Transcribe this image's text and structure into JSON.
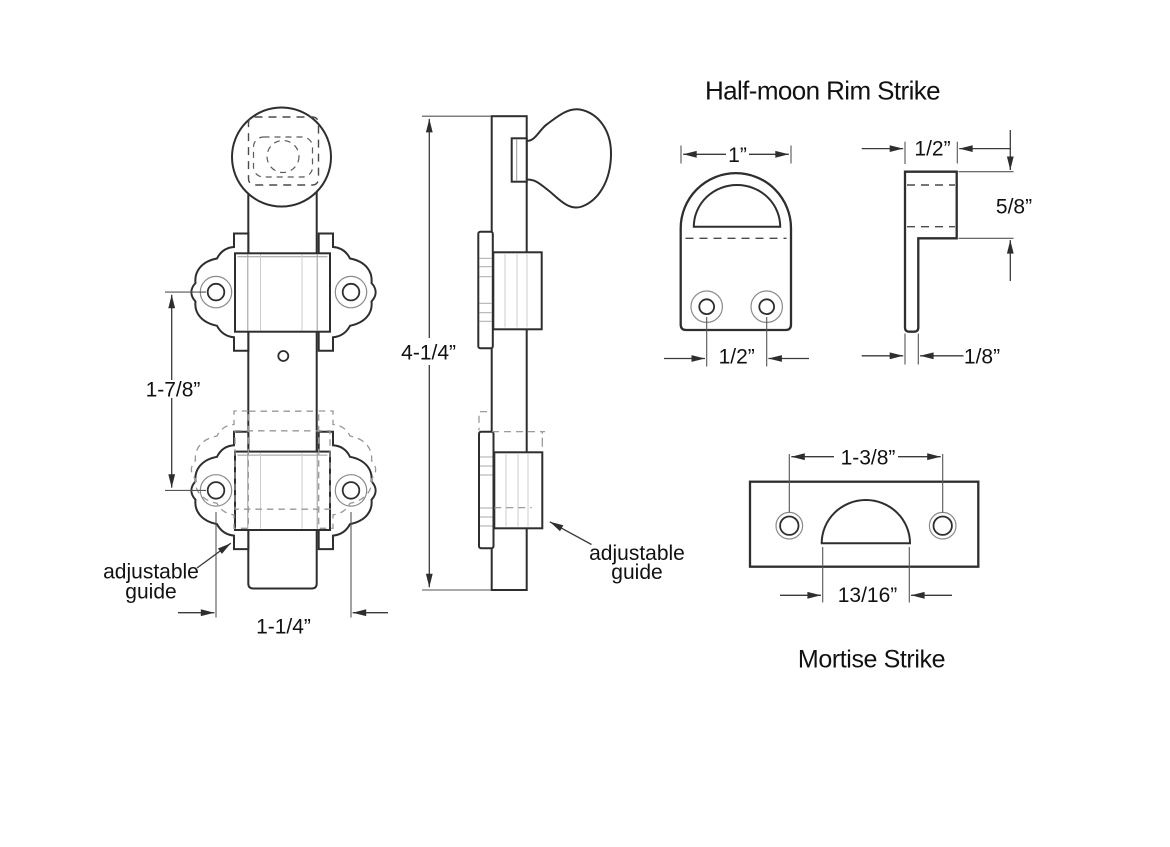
{
  "diagram": {
    "bolt_front": {
      "dim_hole_spacing_vertical": "1-7/8”",
      "dim_width": "1-1/4”",
      "guide_label_1": "adjustable",
      "guide_label_2": "guide"
    },
    "bolt_side": {
      "dim_length": "4-1/4”",
      "guide_label_1": "adjustable",
      "guide_label_2": "guide"
    },
    "rim_strike": {
      "title": "Half-moon Rim Strike",
      "front": {
        "dim_width": "1”",
        "dim_hole_spacing": "1/2”"
      },
      "side": {
        "dim_depth": "1/2”",
        "dim_height": "5/8”",
        "dim_thickness": "1/8”"
      }
    },
    "mortise_strike": {
      "title": "Mortise Strike",
      "dim_hole_spacing": "1-3/8”",
      "dim_cutout_width": "13/16”"
    }
  }
}
